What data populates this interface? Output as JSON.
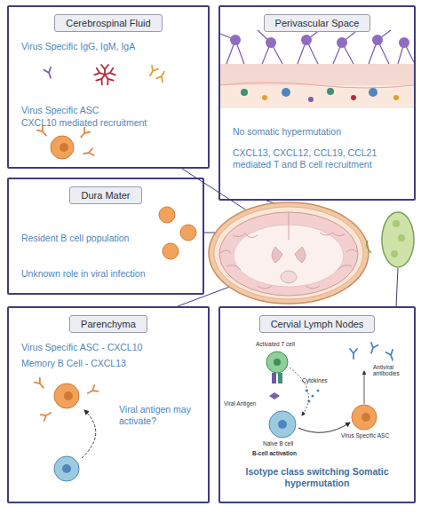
{
  "diagram": {
    "nodes": [
      {
        "text": [
          "Cerebrospinal Fluid",
          "Virus Specific IgG, IgM, IgA",
          "Virus Specific ASC",
          "CXCL10 mediated recruitment"
        ]
      },
      {
        "text": [
          "Perivascular Space",
          "No somatic hypermutation",
          "CXCL13, CXCL12, CCL19, CCL21 mediated T and B cell recruitment"
        ]
      },
      {
        "text": [
          "Dura Mater",
          "Resident B cell population",
          "Unknown role in viral infection"
        ]
      },
      {
        "text": [
          "Parenchyma",
          "Virus Specific ASC - CXCL10",
          "Memory B Cell - CXCL13",
          "Viral antigen may activate?"
        ]
      },
      {
        "text": [
          "Cervial Lymph Nodes",
          "Isotype class switching Somatic hypermutation"
        ]
      }
    ],
    "labels": [
      "Activated T cell",
      "Viral Antigen",
      "Cytokines",
      "Naive B cell",
      "B-cell activation",
      "Antiviral antibodies",
      "Virus Specific ASC"
    ]
  }
}
